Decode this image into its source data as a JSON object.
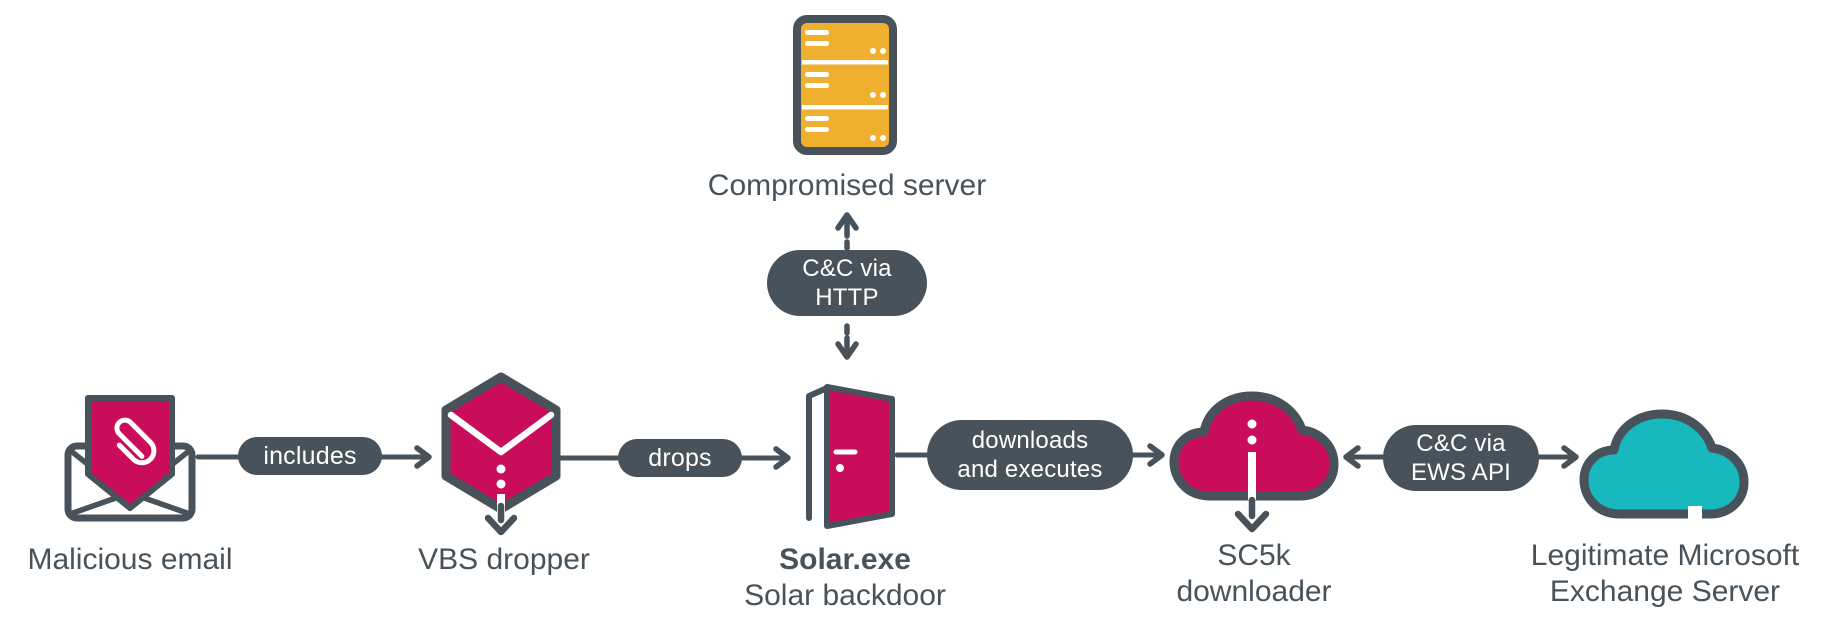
{
  "colors": {
    "slate": "#47525A",
    "crimson": "#C90D5A",
    "yellow": "#F0B02F",
    "teal": "#17B8BE",
    "bg": "#FFFFFF"
  },
  "icons": {
    "compromised_server": "server-icon",
    "malicious_email": "email-attachment-icon",
    "vbs_dropper": "cube-dropper-icon",
    "solar_backdoor": "open-door-icon",
    "sc5k_downloader": "cloud-download-icon",
    "exchange_server": "cloud-icon"
  },
  "nodes": {
    "compromised_server": {
      "label": "Compromised server"
    },
    "malicious_email": {
      "label": "Malicious email"
    },
    "vbs_dropper": {
      "label": "VBS dropper"
    },
    "solar": {
      "title": "Solar.exe",
      "subtitle": "Solar backdoor"
    },
    "sc5k": {
      "label_line1": "SC5k",
      "label_line2": "downloader"
    },
    "exchange": {
      "label_line1": "Legitimate Microsoft",
      "label_line2": "Exchange Server"
    }
  },
  "edges": {
    "cc_http": {
      "line1": "C&C via",
      "line2": "HTTP"
    },
    "includes": {
      "label": "includes"
    },
    "drops": {
      "label": "drops"
    },
    "downloads_executes": {
      "line1": "downloads",
      "line2": "and executes"
    },
    "cc_ews": {
      "line1": "C&C via",
      "line2": "EWS API"
    }
  }
}
